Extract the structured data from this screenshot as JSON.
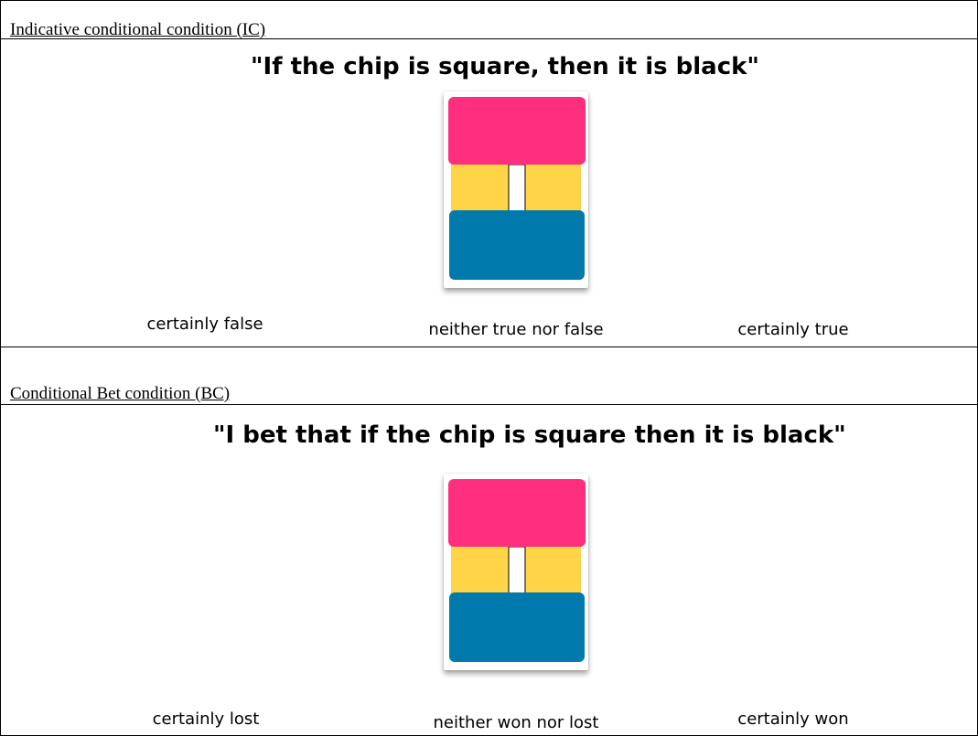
{
  "conditions": [
    {
      "label": "Indicative conditional condition (IC)",
      "statement": "\"If the chip is square, then it is black\"",
      "scale": [
        "certainly false",
        "neither true nor false",
        "certainly true"
      ]
    },
    {
      "label": "Conditional Bet condition (BC)",
      "statement": "\"I bet that if the chip is square then it is black\"",
      "scale": [
        "certainly lost",
        "neither won nor lost",
        "certainly won"
      ]
    }
  ],
  "chip_colors": {
    "pink": "#FF2E7E",
    "yellow": "#FFD547",
    "blue": "#0079AD",
    "slot": "#FFFFFF"
  }
}
